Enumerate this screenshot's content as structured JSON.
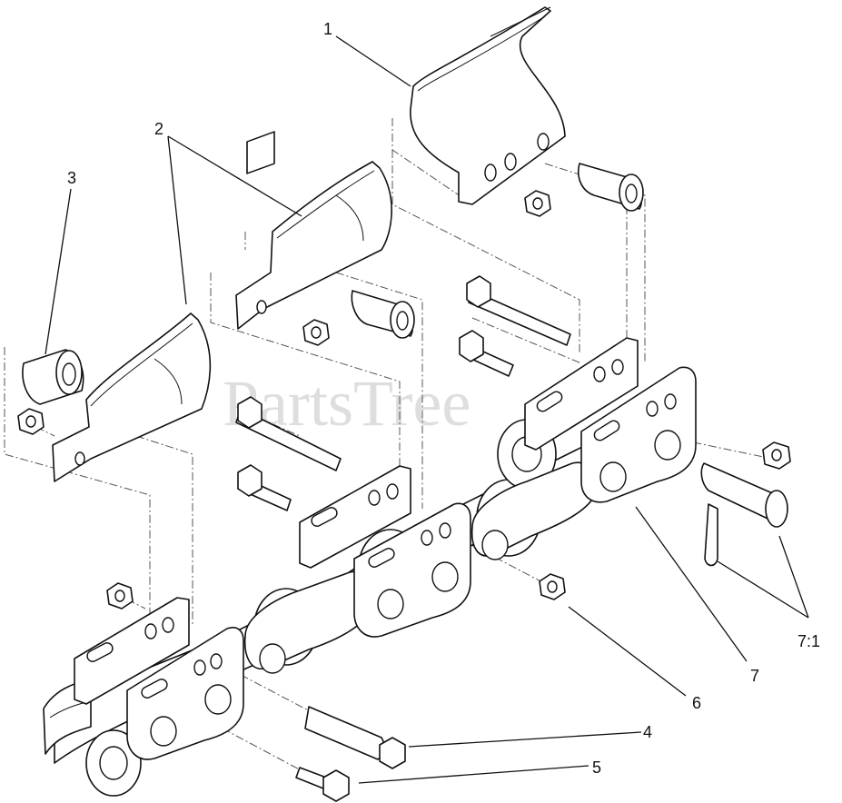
{
  "watermark": "PartsTree",
  "callouts": [
    {
      "label": "1"
    },
    {
      "label": "2"
    },
    {
      "label": "3"
    },
    {
      "label": "4"
    },
    {
      "label": "5"
    },
    {
      "label": "6"
    },
    {
      "label": "7"
    },
    {
      "label": "7:1"
    }
  ]
}
